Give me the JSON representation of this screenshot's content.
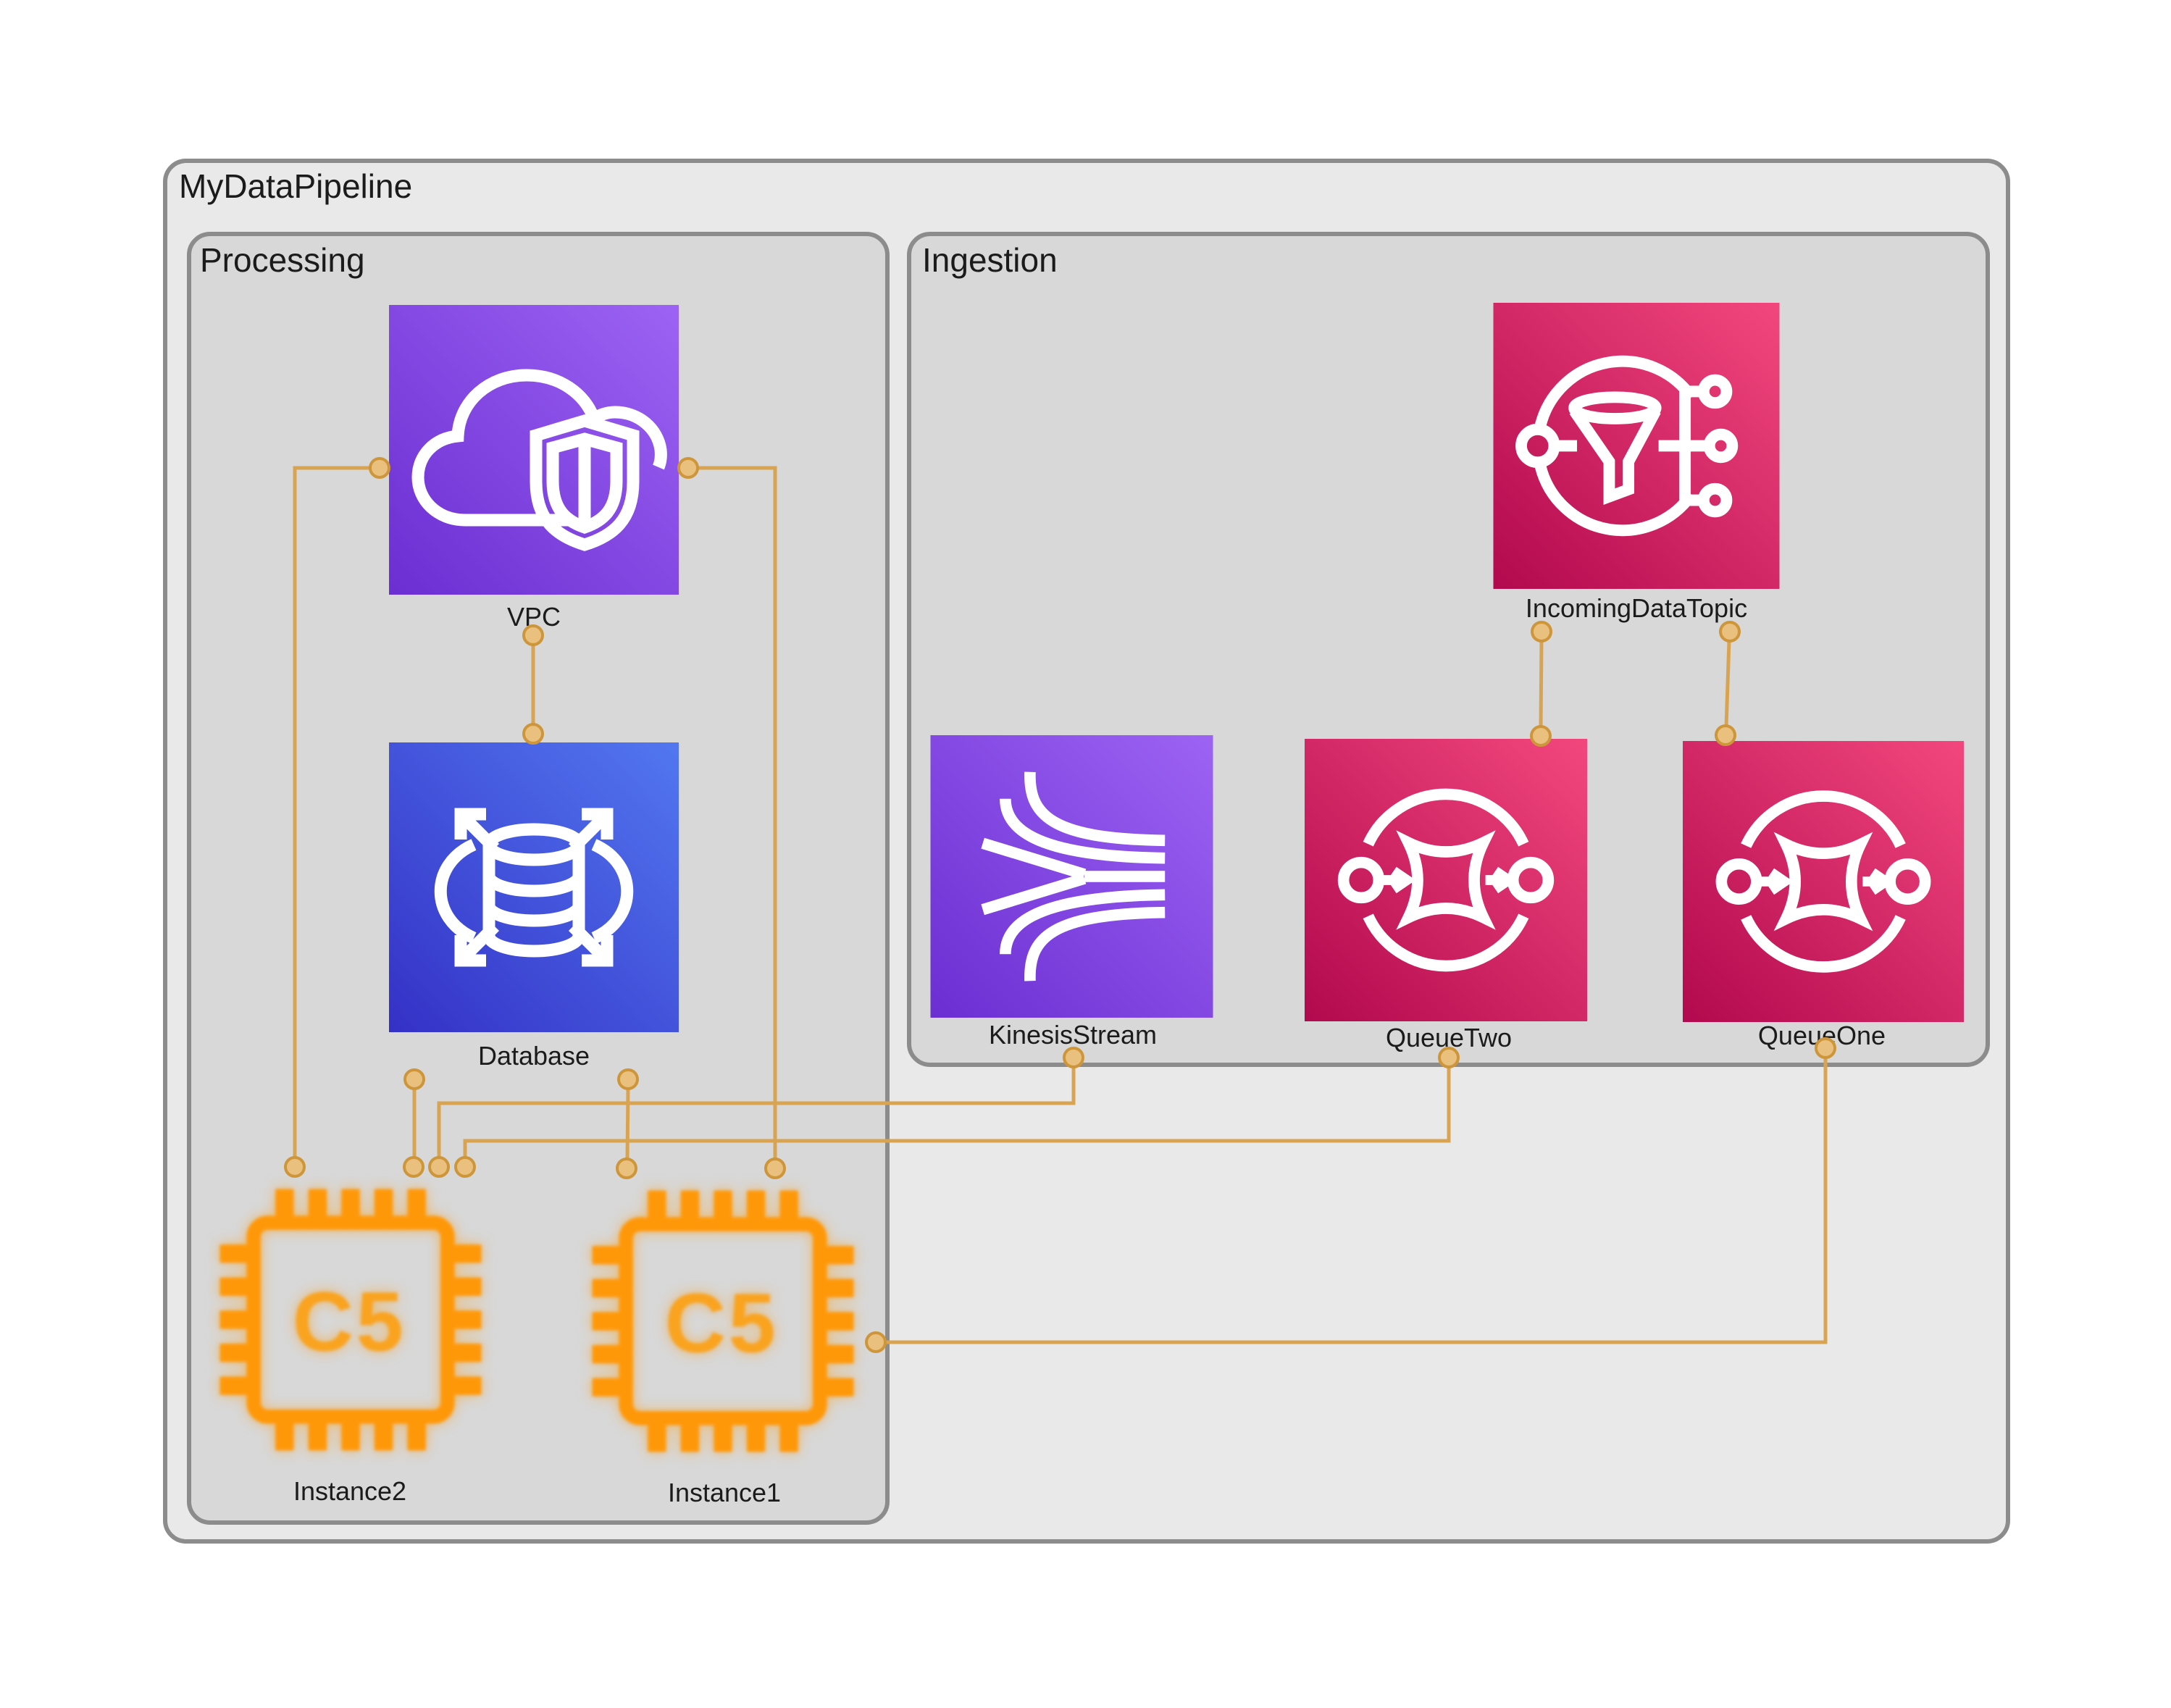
{
  "diagram": {
    "title": "MyDataPipeline",
    "groups": [
      {
        "id": "processing",
        "label": "Processing"
      },
      {
        "id": "ingestion",
        "label": "Ingestion"
      }
    ],
    "nodes": {
      "vpc": {
        "label": "VPC",
        "service": "vpc",
        "group": "Processing"
      },
      "database": {
        "label": "Database",
        "service": "database",
        "group": "Processing"
      },
      "instance2": {
        "label": "Instance2",
        "service": "ec2-instance",
        "group": "Processing",
        "chip_text": "C5"
      },
      "instance1": {
        "label": "Instance1",
        "service": "ec2-instance",
        "group": "Processing",
        "chip_text": "C5"
      },
      "kinesis": {
        "label": "KinesisStream",
        "service": "kinesis-stream",
        "group": "Ingestion"
      },
      "queue_two": {
        "label": "QueueTwo",
        "service": "sqs-queue",
        "group": "Ingestion"
      },
      "queue_one": {
        "label": "QueueOne",
        "service": "sqs-queue",
        "group": "Ingestion"
      },
      "topic": {
        "label": "IncomingDataTopic",
        "service": "sns-topic",
        "group": "Ingestion"
      }
    },
    "edges": [
      {
        "from": "VPC",
        "to": "Database"
      },
      {
        "from": "VPC",
        "to": "Instance2"
      },
      {
        "from": "VPC",
        "to": "Instance1"
      },
      {
        "from": "Database",
        "to": "Instance2"
      },
      {
        "from": "Database",
        "to": "Instance1"
      },
      {
        "from": "IncomingDataTopic",
        "to": "QueueTwo"
      },
      {
        "from": "IncomingDataTopic",
        "to": "QueueOne"
      },
      {
        "from": "KinesisStream",
        "to": "Instance2"
      },
      {
        "from": "QueueTwo",
        "to": "Instance2"
      },
      {
        "from": "QueueOne",
        "to": "Instance1"
      }
    ],
    "colors": {
      "edge": "#D9A452",
      "port_fill": "#EAC07E",
      "port_stroke": "#CE963B",
      "group_fill": "#D8D8D8",
      "container_fill": "#E9E9E9",
      "border": "#8C8C8C",
      "vpc_gradient": [
        "#6B2ED2",
        "#9D63F3"
      ],
      "database_gradient": [
        "#3431C6",
        "#5277F0"
      ],
      "pink_gradient": [
        "#B2094E",
        "#F2477D"
      ],
      "chip_orange": "#FF9808"
    }
  }
}
